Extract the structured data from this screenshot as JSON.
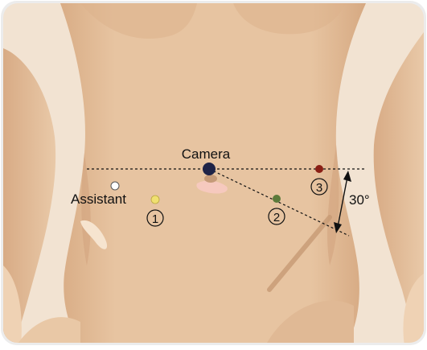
{
  "labels": {
    "camera": "Camera",
    "assistant": "Assistant",
    "port_1": "1",
    "port_2": "2",
    "port_3": "3",
    "angle": "30°"
  },
  "colors": {
    "background": "#f1e1cf",
    "skin": "#e7c4a1",
    "skin_shadow": "#d3a57f",
    "frame": "#e2e2e2",
    "camera_port": "#1e2347",
    "assistant_port": "#ffffff",
    "port_1": "#f0e070",
    "port_2": "#5c7a3a",
    "port_3": "#8a1e14",
    "navel": "#f6c9be",
    "line": "#111111"
  }
}
